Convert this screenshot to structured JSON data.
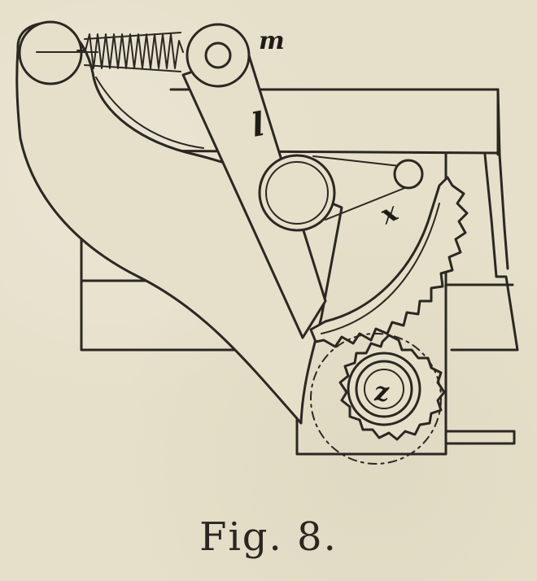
{
  "figure": {
    "caption": "Fig. 8.",
    "labels": {
      "m": "m",
      "l": "l",
      "x": "x",
      "z": "z"
    }
  },
  "colors": {
    "paper": "#e6e0ca",
    "ink": "#2b2723"
  }
}
